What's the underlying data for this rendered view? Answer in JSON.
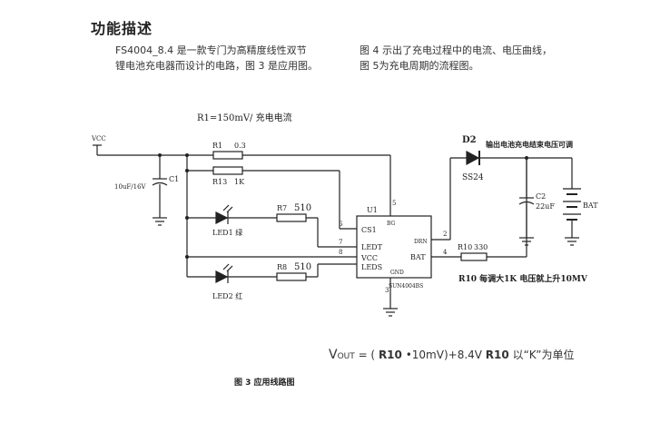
{
  "heading": "功能描述",
  "intro": {
    "left_line1": "FS4004_8.4 是一款专门为高精度线性双节",
    "left_line2": "锂电池充电器而设计的电路，图 3 是应用图。",
    "right_line1": "图 4 示出了充电过程中的电流、电压曲线，",
    "right_line2": "图 5为充电周期的流程图。"
  },
  "schematic": {
    "r1_note": "R1=150mV/ 充电电流",
    "vcc": "VCC",
    "c1_value": "10uF/16V",
    "c1": "C1",
    "r1": "R1",
    "r1_value": "0.3",
    "r13": "R13",
    "r13_value": "1K",
    "led1": "LED1 绿",
    "led2": "LED2 红",
    "r7": "R7",
    "r7_value": "510",
    "r8": "R8",
    "r8_value": "510",
    "u1": "U1",
    "pin_cs1": "CS1",
    "pin_bg": "BG",
    "pin_ledt": "LEDT",
    "pin_vcc": "VCC",
    "pin_leds": "LEDS",
    "pin_gnd": "GND",
    "pin_drn": "DRN",
    "pin_bat": "BAT",
    "chip": "SUN4004BS",
    "pin5": "5",
    "pin6": "6",
    "pin7": "7",
    "pin8": "8",
    "pin3": "3",
    "pin2": "2",
    "pin4": "4",
    "d2": "D2",
    "d2_value": "SS24",
    "d2_note": "输出电池充电结束电压可调",
    "c2": "C2",
    "c2_value": "22uF",
    "bat": "BAT",
    "r10": "R10",
    "r10_value": "330",
    "r10_note": "R10 每调大1K 电压就上升10MV"
  },
  "formula": {
    "v": "V",
    "out": "OUT",
    "part1": " = ( ",
    "r10": "R10",
    "part2": " •10mV)+8.4V  ",
    "r10b": "R10",
    "part3": " 以“K”为单位"
  },
  "caption": "图 3    应用线路图"
}
